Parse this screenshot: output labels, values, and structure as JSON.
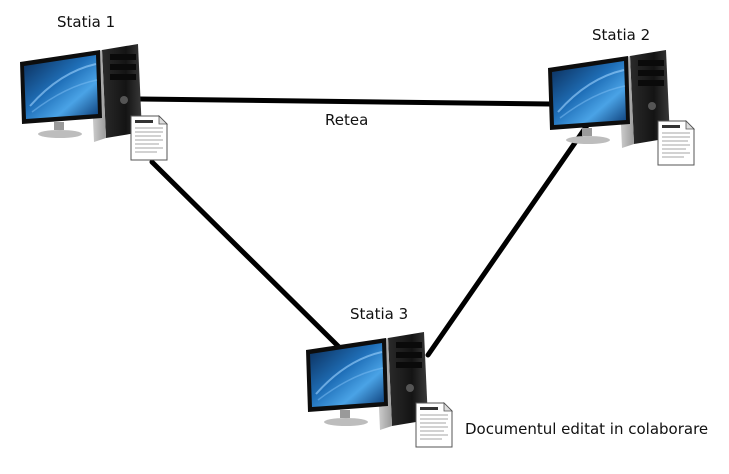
{
  "stations": [
    {
      "id": "station-1",
      "label": "Statia 1"
    },
    {
      "id": "station-2",
      "label": "Statia 2"
    },
    {
      "id": "station-3",
      "label": "Statia 3"
    }
  ],
  "network": {
    "label": "Retea"
  },
  "shared_document": {
    "label": "Documentul editat in colaborare",
    "icon_title": "Document"
  },
  "colors": {
    "link": "#000000",
    "screen_blue": "#1f6fb8",
    "tower_dark": "#1c1c1c",
    "bezel": "#0d0d0d"
  },
  "icons": [
    "desktop-computer-icon",
    "document-icon"
  ]
}
